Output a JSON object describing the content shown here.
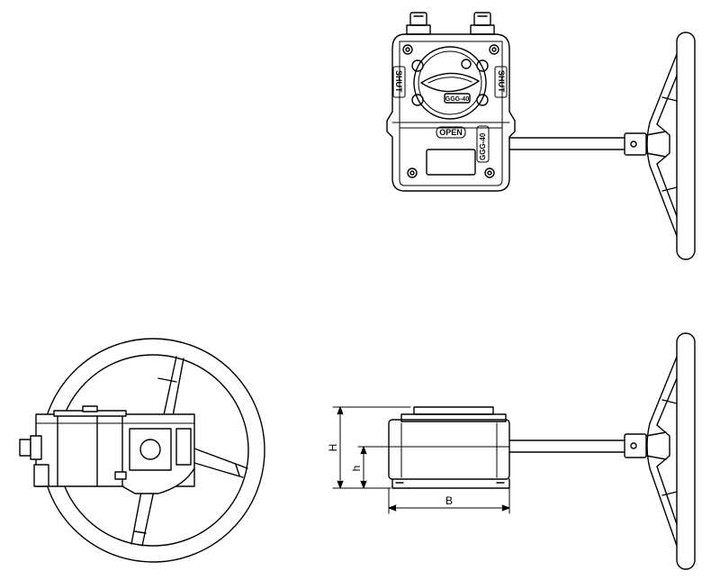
{
  "views": {
    "front": {
      "shut_left": "SHUT",
      "shut_right": "SHUT",
      "indicator_model": "GGG-40",
      "open_label": "OPEN",
      "side_model": "GGG-40"
    }
  },
  "dimensions": {
    "height_total": "H",
    "height_shaft": "h",
    "width": "B"
  }
}
